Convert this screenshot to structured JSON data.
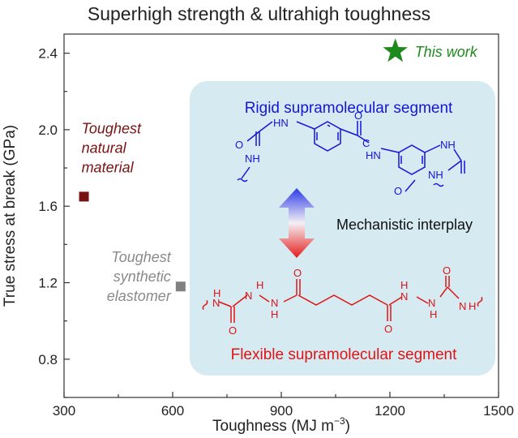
{
  "chart_data": {
    "type": "scatter",
    "title": "Superhigh strength & ultrahigh toughness",
    "xlabel": "Toughness (MJ m",
    "xlabel_sup": "−3",
    "xlabel_tail": ")",
    "ylabel": "True stress at break (GPa)",
    "xlim": [
      300,
      1500
    ],
    "ylim": [
      0.6,
      2.5
    ],
    "xticks": [
      300,
      600,
      900,
      1200,
      1500
    ],
    "yticks": [
      0.8,
      1.2,
      1.6,
      2.0,
      2.4
    ],
    "xtick_labels": [
      "300",
      "600",
      "900",
      "1200",
      "1500"
    ],
    "ytick_labels": [
      "0.8",
      "1.2",
      "1.6",
      "2.0",
      "2.4"
    ],
    "grid": false,
    "points": [
      {
        "x": 355,
        "y": 1.65,
        "marker": "square",
        "color": "#7a1212",
        "label": [
          "Toughest",
          "natural",
          "material"
        ],
        "label_color": "#7a1212"
      },
      {
        "x": 622,
        "y": 1.18,
        "marker": "square",
        "color": "#808080",
        "label": [
          "Toughest",
          "synthetic",
          "elastomer"
        ],
        "label_color": "#8a8a8a"
      },
      {
        "x": 1215,
        "y": 2.41,
        "marker": "star",
        "color": "#1e8a1e",
        "label": [
          "This work"
        ],
        "label_color": "#1e8a1e"
      }
    ]
  },
  "inset": {
    "rigid_label": "Rigid supramolecular segment",
    "flexible_label": "Flexible supramolecular segment",
    "interplay_label": "Mechanistic interplay",
    "rigid_atoms": {
      "hn1": "HN",
      "nh1": "NH",
      "o1": "O",
      "c": "C",
      "hn2": "HN",
      "nh2": "NH",
      "nh3": "NH",
      "o2": "O"
    },
    "flexible_atoms": {
      "h1": "H",
      "n1": "N",
      "h2": "H",
      "n2": "N",
      "n3": "N",
      "h3": "H",
      "o1": "O",
      "o2": "O",
      "o3": "O",
      "h4": "H",
      "n4": "N",
      "n5": "N",
      "h5": "H",
      "h6": "H",
      "n6": "N",
      "o4": "O"
    },
    "colors": {
      "panel": "#d6eaf2",
      "rigid": "#1515d8",
      "flexible": "#e01414",
      "interplay": "#111111"
    }
  }
}
